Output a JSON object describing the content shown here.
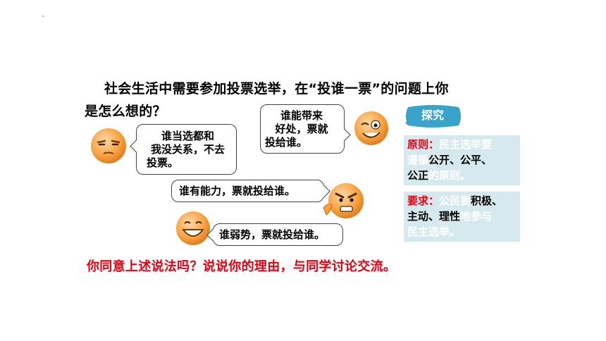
{
  "question": {
    "line1": "社会生活中需要参加投票选举，在“投谁一票”的问题上你",
    "line2": "是怎么想的？"
  },
  "bubbles": {
    "b1": {
      "l1": "谁当选都和",
      "l2": "我没关系，不去",
      "l3": "投票。"
    },
    "b2": {
      "l1": "谁能带来",
      "l2": "好处，票就",
      "l3": "投给谁。"
    },
    "b3": "谁有能力，票就投给谁。",
    "b4": "谁弱势，票就投给谁。"
  },
  "explore": {
    "label": "探究",
    "principle": {
      "head": "原则：",
      "p1": "民主选举要",
      "p2": "遵循",
      "p3": "公开、公平、",
      "p4": "公正",
      "p5": "的原则。"
    },
    "requirement": {
      "head": "要求：",
      "p1": "公民要",
      "p2": "积极、",
      "p3": "主动、理性",
      "p4": "地参与",
      "p5": "民主选举。"
    }
  },
  "prompt": "你同意上述说法吗？说说你的理由，与同学讨论交流。",
  "colors": {
    "red": "#e60012",
    "panel": "#d5e9ee",
    "explore": "#3aa3c9",
    "face": "#f6a03c"
  }
}
